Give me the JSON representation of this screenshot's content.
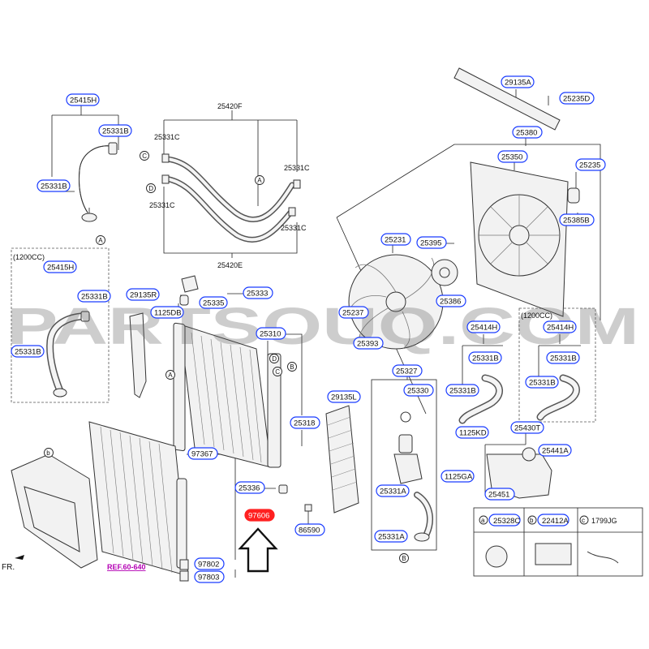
{
  "watermark": "PARTSOUQ.COM",
  "engine_label": "(1200CC)",
  "front_label": "FR.",
  "ref_link": "REF.60-640",
  "circle_letters": {
    "a": "A",
    "b": "B",
    "c": "C",
    "d": "D"
  },
  "parts": {
    "p25415H": "25415H",
    "p25331B": "25331B",
    "p25331C": "25331C",
    "p25420F": "25420F",
    "p25420E": "25420E",
    "p29135R": "29135R",
    "p1125DB": "1125DB",
    "p25335": "25335",
    "p25333": "25333",
    "p25310": "25310",
    "p25318": "25318",
    "p97367": "97367",
    "p25336": "25336",
    "p97606": "97606",
    "p97802": "97802",
    "p97803": "97803",
    "p86590": "86590",
    "p29135L": "29135L",
    "p25327": "25327",
    "p25330": "25330",
    "p25331A": "25331A",
    "p25231": "25231",
    "p25395": "25395",
    "p25386": "25386",
    "p25237": "25237",
    "p25393": "25393",
    "p29135A": "29135A",
    "p25235D": "25235D",
    "p25380": "25380",
    "p25350": "25350",
    "p25235": "25235",
    "p25385B": "25385B",
    "p25414H": "25414H",
    "p1125KD": "1125KD",
    "p25430T": "25430T",
    "p25441A": "25441A",
    "p1125GA": "1125GA",
    "p25451": "25451"
  },
  "legend": [
    {
      "letter": "a",
      "code": "25328C"
    },
    {
      "letter": "b",
      "code": "22412A"
    },
    {
      "letter": "c",
      "code": "1799JG"
    }
  ]
}
